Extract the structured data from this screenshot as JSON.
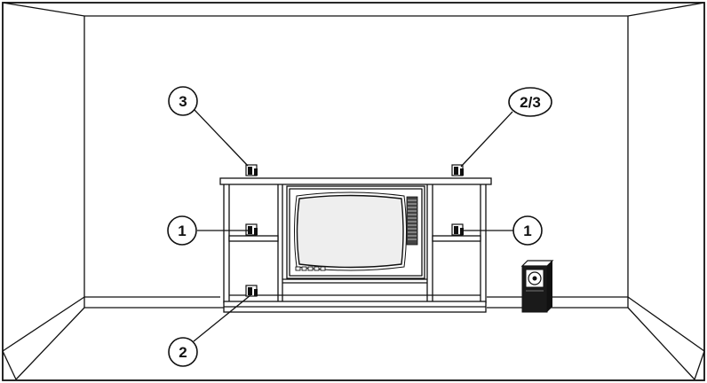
{
  "callouts": [
    {
      "id": "callout-left-top",
      "label": "3"
    },
    {
      "id": "callout-right-top",
      "label": "2/3"
    },
    {
      "id": "callout-left-middle",
      "label": "1"
    },
    {
      "id": "callout-right-middle",
      "label": "1"
    },
    {
      "id": "callout-left-bottom",
      "label": "2"
    }
  ],
  "objects": {
    "room": "room-walls-icon",
    "cabinet": "entertainment-cabinet-icon",
    "tv": "crt-television-icon",
    "subwoofer": "subwoofer-speaker-icon",
    "speaker": "small-speaker-icon"
  }
}
